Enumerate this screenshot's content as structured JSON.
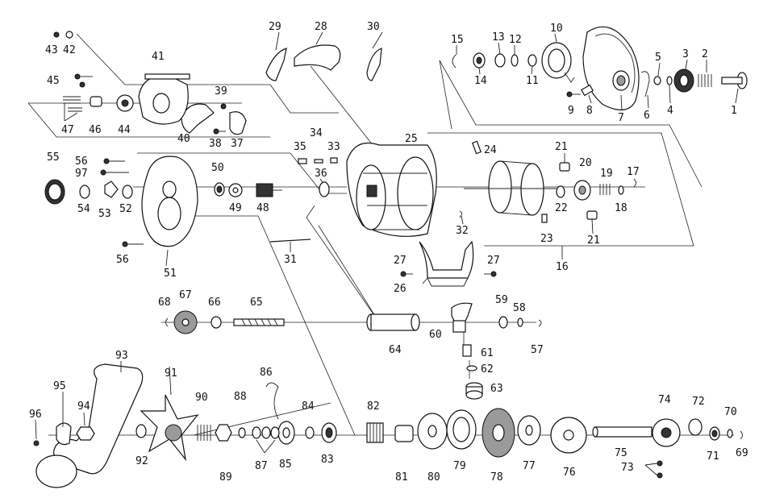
{
  "diagram": {
    "labels": [
      "1",
      "2",
      "3",
      "4",
      "5",
      "6",
      "7",
      "8",
      "9",
      "10",
      "11",
      "12",
      "13",
      "14",
      "15",
      "16",
      "17",
      "18",
      "19",
      "20",
      "21",
      "21",
      "22",
      "23",
      "24",
      "25",
      "26",
      "27",
      "27",
      "28",
      "29",
      "30",
      "31",
      "32",
      "33",
      "34",
      "35",
      "36",
      "37",
      "38",
      "39",
      "40",
      "41",
      "42",
      "43",
      "44",
      "45",
      "46",
      "47",
      "48",
      "49",
      "50",
      "51",
      "52",
      "53",
      "54",
      "55",
      "56",
      "56",
      "57",
      "58",
      "59",
      "60",
      "61",
      "62",
      "63",
      "64",
      "65",
      "66",
      "67",
      "68",
      "69",
      "70",
      "71",
      "72",
      "73",
      "74",
      "75",
      "76",
      "77",
      "78",
      "79",
      "80",
      "81",
      "82",
      "83",
      "84",
      "85",
      "86",
      "87",
      "88",
      "89",
      "90",
      "91",
      "92",
      "93",
      "94",
      "95",
      "96",
      "97"
    ]
  }
}
